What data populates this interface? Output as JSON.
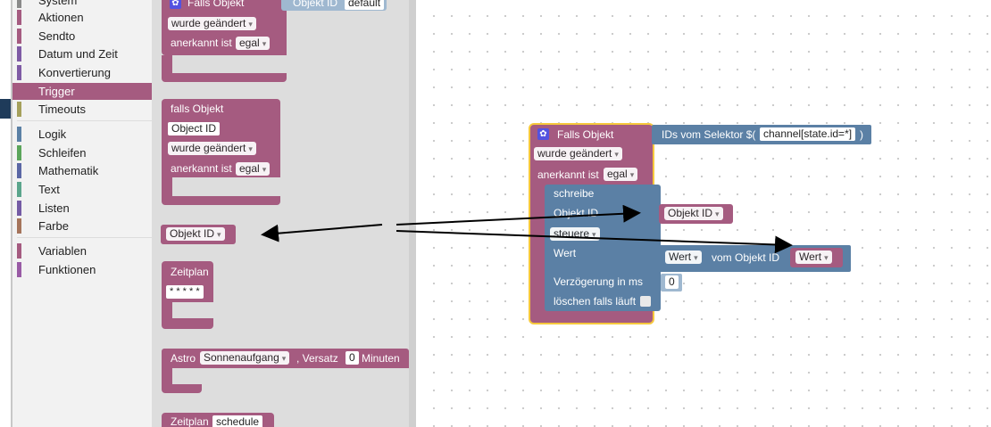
{
  "toolbox": {
    "categories": [
      {
        "label": "System",
        "color": "#8a8a8a"
      },
      {
        "label": "Aktionen",
        "color": "#a55b80"
      },
      {
        "label": "Sendto",
        "color": "#a55b80"
      },
      {
        "label": "Datum und Zeit",
        "color": "#7f5ba5"
      },
      {
        "label": "Konvertierung",
        "color": "#7f5ba5"
      },
      {
        "label": "Trigger",
        "color": "#a55b80"
      },
      {
        "label": "Timeouts",
        "color": "#a5a05b"
      },
      {
        "label": "Logik",
        "color": "#5b80a5"
      },
      {
        "label": "Schleifen",
        "color": "#5ba55b"
      },
      {
        "label": "Mathematik",
        "color": "#5b67a5"
      },
      {
        "label": "Text",
        "color": "#5ba58c"
      },
      {
        "label": "Listen",
        "color": "#745ba5"
      },
      {
        "label": "Farbe",
        "color": "#a5745b"
      },
      {
        "label": "Variablen",
        "color": "#a55b80"
      },
      {
        "label": "Funktionen",
        "color": "#995ba5"
      }
    ]
  },
  "flyout": {
    "block1": {
      "title": "Falls Objekt",
      "objid_label": "Objekt ID",
      "objid_value": "default",
      "change_value": "wurde geändert",
      "ack_label": "anerkannt ist",
      "ack_value": "egal"
    },
    "block2": {
      "title": "falls Objekt",
      "objid_field": "Object ID",
      "change_value": "wurde geändert",
      "ack_label": "anerkannt ist",
      "ack_value": "egal"
    },
    "block3": {
      "dropdown": "Objekt ID"
    },
    "block4": {
      "title": "Zeitplan",
      "cron": "* * * * *"
    },
    "block5": {
      "astro_label": "Astro",
      "astro_value": "Sonnenaufgang",
      "offset_label": ", Versatz",
      "offset_value": "0",
      "minutes_label": "Minuten"
    },
    "block6": {
      "title": "Zeitplan",
      "name_value": "schedule"
    }
  },
  "workspace": {
    "trigger": {
      "title": "Falls Objekt",
      "change_value": "wurde geändert",
      "ack_label": "anerkannt ist",
      "ack_value": "egal"
    },
    "selector": {
      "label": "IDs vom Selektor $(",
      "value": "channel[state.id=*]",
      "close": ")"
    },
    "write": {
      "title": "schreibe",
      "objid_label": "Objekt ID",
      "control_value": "steuere",
      "value_label": "Wert",
      "delay_label": "Verzögerung in ms",
      "delay_value": "0",
      "clear_label": "löschen falls läuft"
    },
    "objid_block": {
      "value": "Objekt ID"
    },
    "value_block": {
      "wert_value": "Wert",
      "from_label": "vom Objekt ID",
      "wert_target": "Wert"
    }
  },
  "colors": {
    "trigger": "#a55b80",
    "logic": "#5b80a5",
    "highlight": "#f6c83c"
  }
}
